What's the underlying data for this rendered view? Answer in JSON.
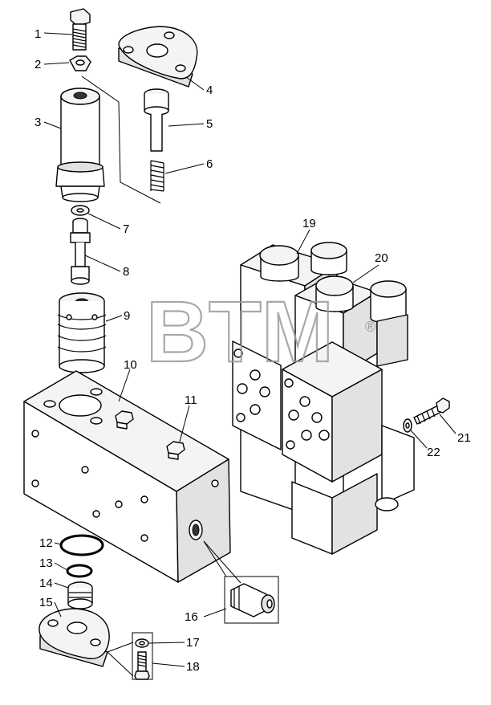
{
  "callouts": [
    "1",
    "2",
    "3",
    "4",
    "5",
    "6",
    "7",
    "8",
    "9",
    "10",
    "11",
    "12",
    "13",
    "14",
    "15",
    "16",
    "17",
    "18",
    "19",
    "20",
    "21",
    "22"
  ],
  "watermark": {
    "text": "BTM",
    "symbol": "®"
  }
}
